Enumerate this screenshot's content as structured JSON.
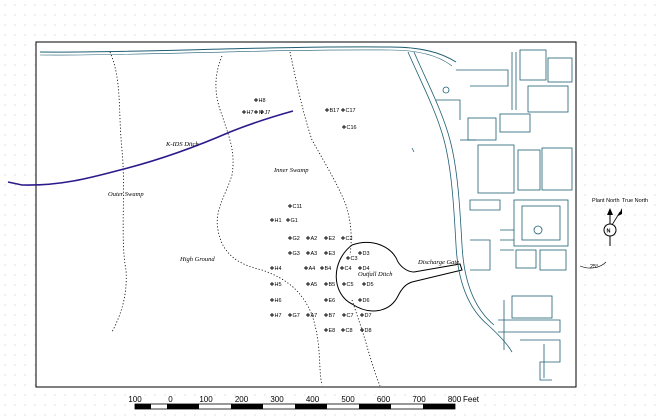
{
  "map": {
    "labels": {
      "ditch": "K-IDS Ditch",
      "outer_swamp": "Outer Swamp",
      "inner_swamp": "Inner Swamp",
      "high_ground": "High Ground",
      "discharge_gate": "Discharge Gate",
      "outfall_ditch": "Outfall Ditch"
    },
    "north": {
      "plant": "Plant North",
      "true": "True North",
      "angle": "25°"
    },
    "scale": {
      "ticks": [
        "100",
        "0",
        "100",
        "200",
        "300",
        "400",
        "500",
        "600",
        "700",
        "800"
      ],
      "unit": "Feet"
    },
    "colors": {
      "ditch": "#2b1a8c",
      "facility": "#1f5f73",
      "points": "#000000"
    }
  },
  "sample_points": [
    {
      "label": "H8"
    },
    {
      "label": "H7"
    },
    {
      "label": "I7"
    },
    {
      "label": "J7"
    },
    {
      "label": "B17"
    },
    {
      "label": "C17"
    },
    {
      "label": "C16"
    },
    {
      "label": "C11"
    },
    {
      "label": "H1"
    },
    {
      "label": "G1"
    },
    {
      "label": "G2"
    },
    {
      "label": "A2"
    },
    {
      "label": "E2"
    },
    {
      "label": "C2"
    },
    {
      "label": "G3"
    },
    {
      "label": "A3"
    },
    {
      "label": "E3"
    },
    {
      "label": "D3"
    },
    {
      "label": "C3"
    },
    {
      "label": "H4"
    },
    {
      "label": "A4"
    },
    {
      "label": "B4"
    },
    {
      "label": "C4"
    },
    {
      "label": "D4"
    },
    {
      "label": "H5"
    },
    {
      "label": "A5"
    },
    {
      "label": "B5"
    },
    {
      "label": "C5"
    },
    {
      "label": "D5"
    },
    {
      "label": "H6"
    },
    {
      "label": "E6"
    },
    {
      "label": "D6"
    },
    {
      "label": "H7"
    },
    {
      "label": "G7"
    },
    {
      "label": "A7"
    },
    {
      "label": "B7"
    },
    {
      "label": "C7"
    },
    {
      "label": "D7"
    },
    {
      "label": "E8"
    },
    {
      "label": "C8"
    },
    {
      "label": "D8"
    }
  ]
}
